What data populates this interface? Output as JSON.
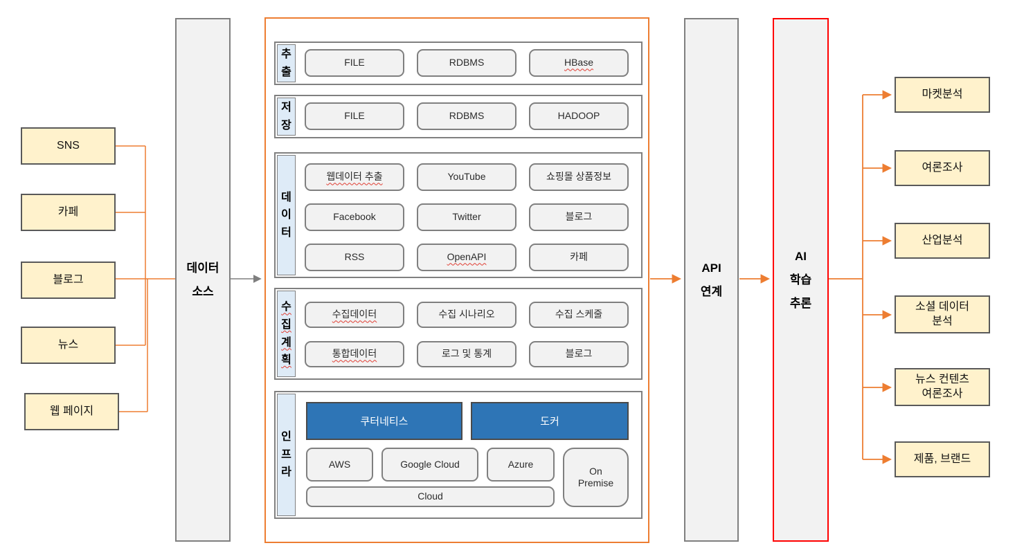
{
  "colors": {
    "source_fill": "#FFF2CC",
    "source_border": "#595959",
    "pillar_fill": "#F2F2F2",
    "pillar_border": "#7F7F7F",
    "collector_border": "#ED7D31",
    "row_label_fill": "#DEEBF7",
    "chip_fill": "#F2F2F2",
    "chip_border": "#7F7F7F",
    "platform_fill": "#2E75B6",
    "ai_border": "#FF0000",
    "connector_orange": "#ED7D31",
    "connector_gray": "#7F7F7F"
  },
  "sources": {
    "items": [
      {
        "label": "SNS"
      },
      {
        "label": "카페"
      },
      {
        "label": "블로그"
      },
      {
        "label": "뉴스"
      },
      {
        "label": "웹 페이지"
      }
    ]
  },
  "data_source": {
    "label": "데이터\n소스"
  },
  "pipeline": {
    "rows": [
      {
        "label": "추출",
        "items": [
          {
            "label": "FILE"
          },
          {
            "label": "RDBMS"
          },
          {
            "label": "HBase"
          }
        ]
      },
      {
        "label": "저장",
        "items": [
          {
            "label": "FILE"
          },
          {
            "label": "RDBMS"
          },
          {
            "label": "HADOOP"
          }
        ]
      },
      {
        "label": "데이터",
        "items": [
          {
            "label": "웹데이터 추출"
          },
          {
            "label": "YouTube"
          },
          {
            "label": "쇼핑몰 상품정보"
          },
          {
            "label": "Facebook"
          },
          {
            "label": "Twitter"
          },
          {
            "label": "블로그"
          },
          {
            "label": "RSS"
          },
          {
            "label": "OpenAPI"
          },
          {
            "label": "카페"
          }
        ]
      },
      {
        "label": "수집계획",
        "items": [
          {
            "label": "수집데이터"
          },
          {
            "label": "수집 시나리오"
          },
          {
            "label": "수집 스케줄"
          },
          {
            "label": "통합데이터"
          },
          {
            "label": "로그 및 통계"
          },
          {
            "label": "블로그"
          }
        ]
      },
      {
        "label": "인프라",
        "platforms": [
          {
            "label": "쿠터네티스"
          },
          {
            "label": "도커"
          }
        ],
        "clouds": [
          {
            "label": "AWS"
          },
          {
            "label": "Google Cloud"
          },
          {
            "label": "Azure"
          },
          {
            "label": "On\nPremise"
          },
          {
            "label": "Cloud"
          }
        ]
      }
    ]
  },
  "api_link": {
    "label": "API\n연계"
  },
  "ai": {
    "label": "AI\n학습\n추론"
  },
  "outputs": {
    "items": [
      {
        "label": "마켓분석"
      },
      {
        "label": "여론조사"
      },
      {
        "label": "산업분석"
      },
      {
        "label": "소셜 데이터\n분석"
      },
      {
        "label": "뉴스 컨텐츠\n여론조사"
      },
      {
        "label": "제품, 브랜드"
      }
    ]
  }
}
